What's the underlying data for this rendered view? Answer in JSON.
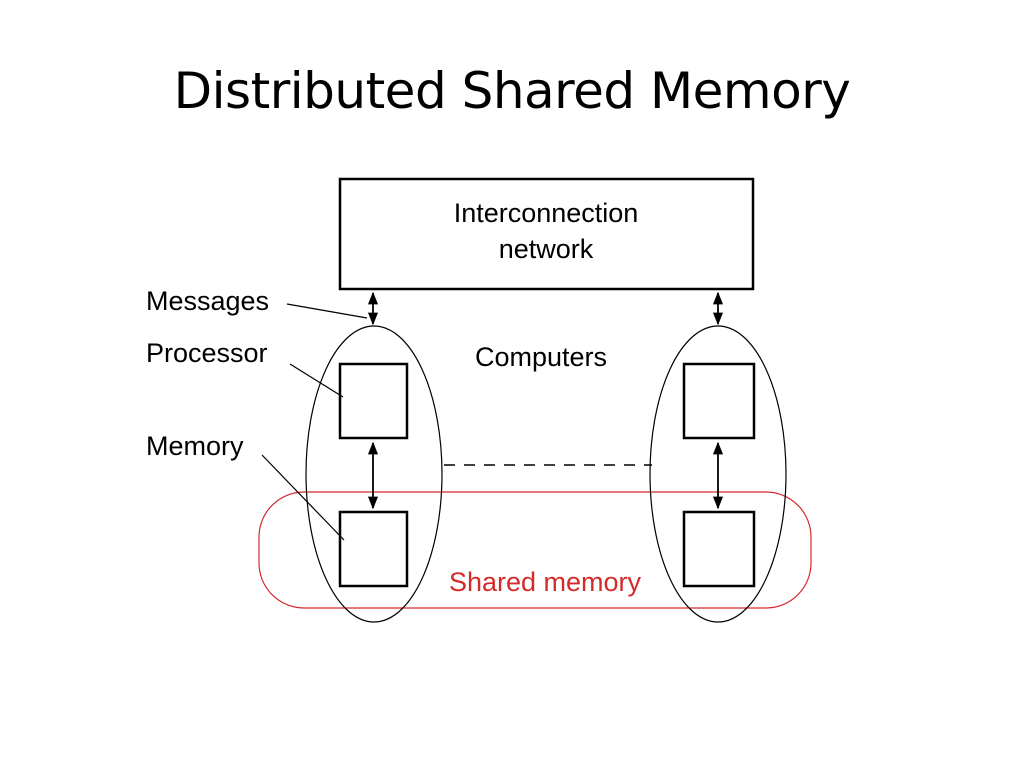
{
  "slide": {
    "title": "Distributed Shared Memory"
  },
  "diagram": {
    "network_label_line1": "Interconnection",
    "network_label_line2": "network",
    "computers_label": "Computers",
    "messages_label": "Messages",
    "processor_label": "Processor",
    "memory_label": "Memory",
    "shared_memory_label": "Shared memory",
    "colors": {
      "line": "#000000",
      "shared_memory": "#d42a2a"
    }
  }
}
